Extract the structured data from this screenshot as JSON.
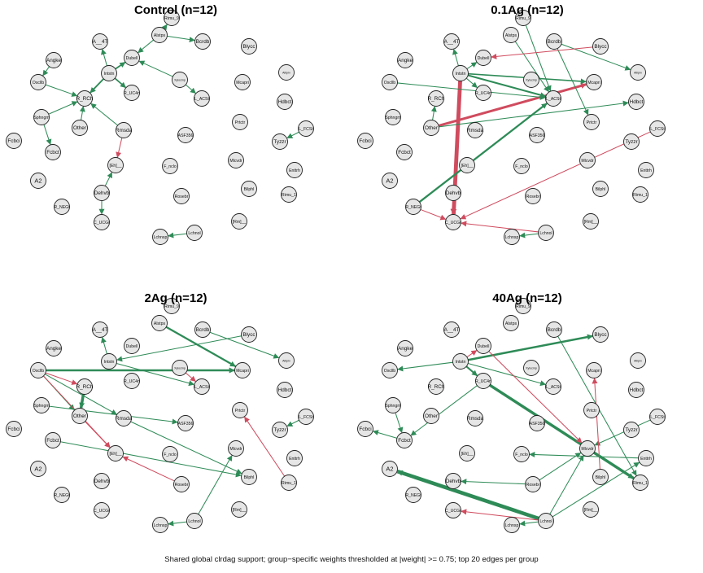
{
  "caption": "Shared global clrdag support; group−specific weights thresholded at |weight| >= 0.75; top 20 edges per group",
  "colors": {
    "positive": "#2e8b57",
    "negative": "#d04b5e",
    "node_fill": "#e6e6e6",
    "node_stroke": "#222222"
  },
  "nodes": [
    "Rimu_9",
    "Alstps",
    "A__4T",
    "Bcrdb",
    "Blycc",
    "Angke",
    "Dubell",
    "Alliprv",
    "Oscllb",
    "Intstn",
    "Mcapri",
    "Xylocmp",
    "R_RCh",
    "R_UC4n",
    "L_ACSt",
    "Hdbct",
    "Sphngm",
    "Other",
    "Prtctr",
    "Rmsda",
    "ASF356",
    "L_FCSt",
    "Fcbci",
    "Fcbct",
    "Tyzzr",
    "Mlcvdr",
    "F_nclo",
    "Enttrh",
    "[Eh]__",
    "A2",
    "Bilphl",
    "Dehvb",
    "R_NEGt",
    "Rimu_1",
    "Rosebr",
    "C_UCGr",
    "[Rm]__",
    "Lchnol",
    "Lchnsp"
  ],
  "chart_data": [
    {
      "type": "network",
      "title": "Control (n=12)",
      "edges": [
        {
          "from": "Alstps",
          "to": "Rimu_9",
          "sign": "positive",
          "weight": 0.9
        },
        {
          "from": "Alstps",
          "to": "Bcrdb",
          "sign": "positive",
          "weight": 0.9
        },
        {
          "from": "Alstps",
          "to": "Dubell",
          "sign": "positive",
          "weight": 0.9
        },
        {
          "from": "Intstn",
          "to": "Dubell",
          "sign": "positive",
          "weight": 1.6
        },
        {
          "from": "Intstn",
          "to": "A__4T",
          "sign": "positive",
          "weight": 0.9
        },
        {
          "from": "Intstn",
          "to": "R_RCh",
          "sign": "positive",
          "weight": 1.6
        },
        {
          "from": "Intstn",
          "to": "R_UC4n",
          "sign": "positive",
          "weight": 1.5
        },
        {
          "from": "Xylocmp",
          "to": "Dubell",
          "sign": "positive",
          "weight": 0.9
        },
        {
          "from": "Xylocmp",
          "to": "L_ACSt",
          "sign": "positive",
          "weight": 0.9
        },
        {
          "from": "Angke",
          "to": "Oscllb",
          "sign": "positive",
          "weight": 0.9
        },
        {
          "from": "Oscllb",
          "to": "R_RCh",
          "sign": "positive",
          "weight": 0.9
        },
        {
          "from": "Sphngm",
          "to": "R_RCh",
          "sign": "positive",
          "weight": 0.9
        },
        {
          "from": "Sphngm",
          "to": "Fcbct",
          "sign": "positive",
          "weight": 0.9
        },
        {
          "from": "Other",
          "to": "R_RCh",
          "sign": "positive",
          "weight": 0.9
        },
        {
          "from": "Rmsda",
          "to": "R_RCh",
          "sign": "positive",
          "weight": 0.9
        },
        {
          "from": "Rmsda",
          "to": "[Eh]__",
          "sign": "negative",
          "weight": 0.9
        },
        {
          "from": "Dehvb",
          "to": "[Eh]__",
          "sign": "positive",
          "weight": 0.9
        },
        {
          "from": "Dehvb",
          "to": "C_UCGr",
          "sign": "positive",
          "weight": 0.9
        },
        {
          "from": "Lchnol",
          "to": "Lchnsp",
          "sign": "positive",
          "weight": 0.9
        },
        {
          "from": "L_FCSt",
          "to": "Tyzzr",
          "sign": "positive",
          "weight": 0.9
        }
      ]
    },
    {
      "type": "network",
      "title": "0.1Ag (n=12)",
      "edges": [
        {
          "from": "Intstn",
          "to": "C_UCGr",
          "sign": "negative",
          "weight": 4.2
        },
        {
          "from": "Other",
          "to": "Mcapri",
          "sign": "negative",
          "weight": 2.6
        },
        {
          "from": "R_NEGt",
          "to": "L_ACSt",
          "sign": "positive",
          "weight": 2.0
        },
        {
          "from": "Intstn",
          "to": "L_ACSt",
          "sign": "positive",
          "weight": 1.8
        },
        {
          "from": "Intstn",
          "to": "Mcapri",
          "sign": "positive",
          "weight": 1.4
        },
        {
          "from": "Intstn",
          "to": "Dubell",
          "sign": "positive",
          "weight": 0.9
        },
        {
          "from": "Intstn",
          "to": "A__4T",
          "sign": "positive",
          "weight": 0.9
        },
        {
          "from": "Intstn",
          "to": "R_UC4n",
          "sign": "positive",
          "weight": 0.9
        },
        {
          "from": "Rimu_9",
          "to": "L_ACSt",
          "sign": "positive",
          "weight": 0.9
        },
        {
          "from": "Alstps",
          "to": "L_ACSt",
          "sign": "positive",
          "weight": 0.9
        },
        {
          "from": "Bcrdb",
          "to": "Prtctr",
          "sign": "positive",
          "weight": 0.9
        },
        {
          "from": "Bcrdb",
          "to": "Alliprv",
          "sign": "positive",
          "weight": 0.9
        },
        {
          "from": "Blycc",
          "to": "Dubell",
          "sign": "negative",
          "weight": 0.9
        },
        {
          "from": "Oscllb",
          "to": "L_ACSt",
          "sign": "positive",
          "weight": 0.9
        },
        {
          "from": "Other",
          "to": "R_RCh",
          "sign": "positive",
          "weight": 0.9
        },
        {
          "from": "Other",
          "to": "Hdbct",
          "sign": "positive",
          "weight": 0.9
        },
        {
          "from": "L_FCSt",
          "to": "C_UCGr",
          "sign": "negative",
          "weight": 0.9
        },
        {
          "from": "R_NEGt",
          "to": "C_UCGr",
          "sign": "negative",
          "weight": 0.9
        },
        {
          "from": "Dehvb",
          "to": "C_UCGr",
          "sign": "negative",
          "weight": 0.9
        },
        {
          "from": "Lchnol",
          "to": "C_UCGr",
          "sign": "negative",
          "weight": 0.9
        },
        {
          "from": "Lchnol",
          "to": "Lchnsp",
          "sign": "positive",
          "weight": 0.9
        }
      ]
    },
    {
      "type": "network",
      "title": "2Ag (n=12)",
      "edges": [
        {
          "from": "Oscllb",
          "to": "Mcapri",
          "sign": "positive",
          "weight": 2.2
        },
        {
          "from": "Alstps",
          "to": "Mcapri",
          "sign": "positive",
          "weight": 2.0
        },
        {
          "from": "R_RCh",
          "to": "Other",
          "sign": "positive",
          "weight": 3.0
        },
        {
          "from": "Oscllb",
          "to": "Other",
          "sign": "positive",
          "weight": 0.9
        },
        {
          "from": "Oscllb",
          "to": "R_RCh",
          "sign": "negative",
          "weight": 0.9
        },
        {
          "from": "Oscllb",
          "to": "Rmsda",
          "sign": "positive",
          "weight": 0.9
        },
        {
          "from": "Oscllb",
          "to": "[Eh]__",
          "sign": "negative",
          "weight": 0.9
        },
        {
          "from": "Intstn",
          "to": "A__4T",
          "sign": "positive",
          "weight": 0.9
        },
        {
          "from": "Intstn",
          "to": "L_ACSt",
          "sign": "positive",
          "weight": 0.9
        },
        {
          "from": "Xylocmp",
          "to": "L_ACSt",
          "sign": "negative",
          "weight": 0.9
        },
        {
          "from": "Bcrdb",
          "to": "Alliprv",
          "sign": "positive",
          "weight": 0.9
        },
        {
          "from": "Blycc",
          "to": "Intstn",
          "sign": "positive",
          "weight": 0.9
        },
        {
          "from": "Sphngm",
          "to": "ASF356",
          "sign": "positive",
          "weight": 0.9
        },
        {
          "from": "Other",
          "to": "[Eh]__",
          "sign": "negative",
          "weight": 0.9
        },
        {
          "from": "Rmsda",
          "to": "Bilphl",
          "sign": "positive",
          "weight": 0.9
        },
        {
          "from": "Fcbct",
          "to": "Bilphl",
          "sign": "positive",
          "weight": 0.9
        },
        {
          "from": "L_FCSt",
          "to": "Tyzzr",
          "sign": "positive",
          "weight": 0.9
        },
        {
          "from": "Rosebr",
          "to": "[Eh]__",
          "sign": "negative",
          "weight": 0.9
        },
        {
          "from": "Rimu_1",
          "to": "Prtctr",
          "sign": "negative",
          "weight": 0.9
        },
        {
          "from": "Lchnol",
          "to": "Mlcvdr",
          "sign": "positive",
          "weight": 0.9
        },
        {
          "from": "Lchnol",
          "to": "Lchnsp",
          "sign": "positive",
          "weight": 0.9
        }
      ]
    },
    {
      "type": "network",
      "title": "40Ag (n=12)",
      "edges": [
        {
          "from": "Lchnol",
          "to": "A2",
          "sign": "positive",
          "weight": 4.0
        },
        {
          "from": "R_UC4n",
          "to": "Rimu_1",
          "sign": "positive",
          "weight": 3.0
        },
        {
          "from": "Intstn",
          "to": "Blycc",
          "sign": "positive",
          "weight": 2.2
        },
        {
          "from": "Intstn",
          "to": "R_UC4n",
          "sign": "positive",
          "weight": 1.8
        },
        {
          "from": "Intstn",
          "to": "Oscllb",
          "sign": "positive",
          "weight": 0.9
        },
        {
          "from": "Intstn",
          "to": "L_ACSt",
          "sign": "positive",
          "weight": 0.9
        },
        {
          "from": "Intstn",
          "to": "Dubell",
          "sign": "negative",
          "weight": 0.9
        },
        {
          "from": "Dubell",
          "to": "Mlcvdr",
          "sign": "negative",
          "weight": 0.9
        },
        {
          "from": "R_UC4n",
          "to": "Fcbct",
          "sign": "positive",
          "weight": 0.9
        },
        {
          "from": "Sphngm",
          "to": "Fcbct",
          "sign": "positive",
          "weight": 0.9
        },
        {
          "from": "Fcbct",
          "to": "Fcbci",
          "sign": "positive",
          "weight": 0.9
        },
        {
          "from": "Bcrdb",
          "to": "Rimu_1",
          "sign": "positive",
          "weight": 0.9
        },
        {
          "from": "L_FCSt",
          "to": "Mlcvdr",
          "sign": "positive",
          "weight": 0.9
        },
        {
          "from": "Enttrh",
          "to": "F_nclo",
          "sign": "positive",
          "weight": 0.9
        },
        {
          "from": "Rosebr",
          "to": "Dehvb",
          "sign": "positive",
          "weight": 0.9
        },
        {
          "from": "Rosebr",
          "to": "Mlcvdr",
          "sign": "positive",
          "weight": 0.9
        },
        {
          "from": "Lchnol",
          "to": "C_UCGr",
          "sign": "negative",
          "weight": 0.9
        },
        {
          "from": "Lchnol",
          "to": "Lchnsp",
          "sign": "positive",
          "weight": 0.9
        },
        {
          "from": "Lchnol",
          "to": "Enttrh",
          "sign": "positive",
          "weight": 0.9
        },
        {
          "from": "Lchnol",
          "to": "Mlcvdr",
          "sign": "positive",
          "weight": 0.9
        },
        {
          "from": "Bilphl",
          "to": "Mcapri",
          "sign": "negative",
          "weight": 0.9
        }
      ]
    }
  ]
}
